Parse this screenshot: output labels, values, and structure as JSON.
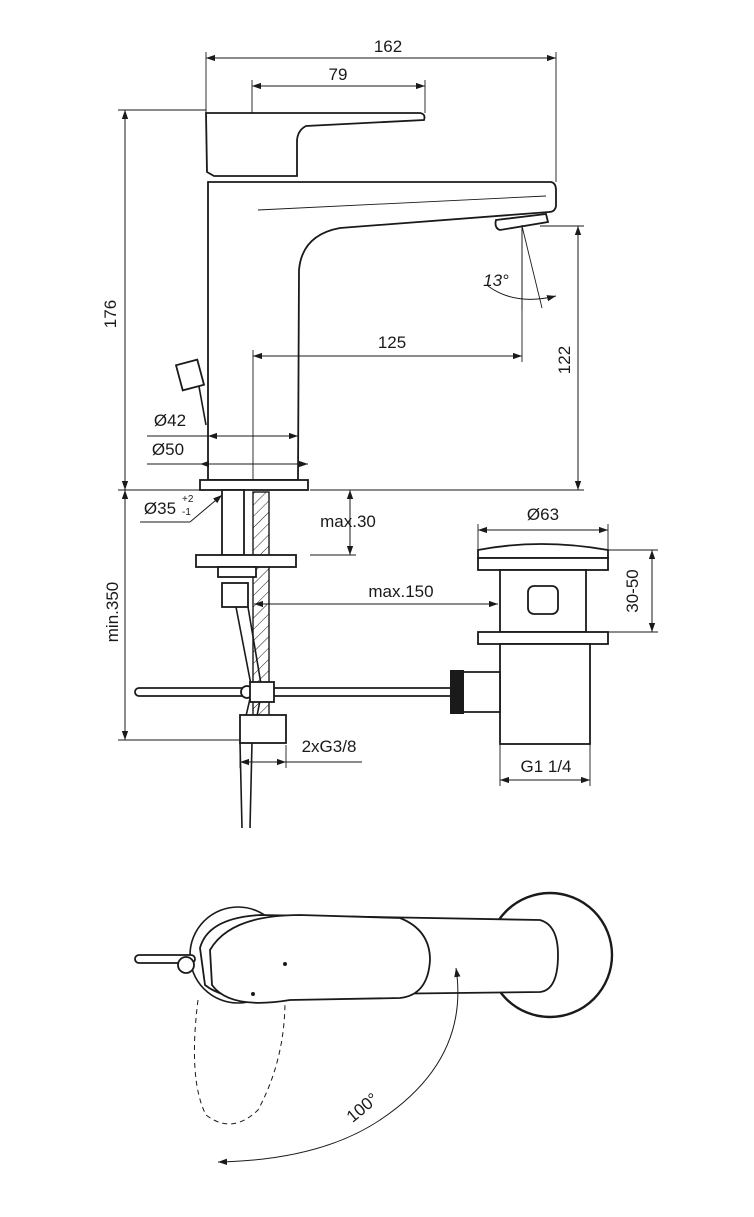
{
  "dimensions": {
    "total_width": "162",
    "lever_length": "79",
    "total_height": "176",
    "spout_reach": "125",
    "spout_height": "122",
    "spray_angle": "13°",
    "base_diameter_inner": "Ø42",
    "base_diameter_outer": "Ø50",
    "hole_diameter_main": "Ø35",
    "hole_tolerance_plus": "+2",
    "hole_tolerance_minus": "-1",
    "max_deck_thickness": "max.30",
    "max_tail_length": "max.150",
    "waste_diameter": "Ø63",
    "waste_height_range": "30-50",
    "min_hose_length": "min.350",
    "connection_thread": "2xG3/8",
    "waste_thread": "G1 1/4",
    "lever_rotation": "100°"
  },
  "colors": {
    "line": "#1a1a1a",
    "background": "#ffffff"
  }
}
